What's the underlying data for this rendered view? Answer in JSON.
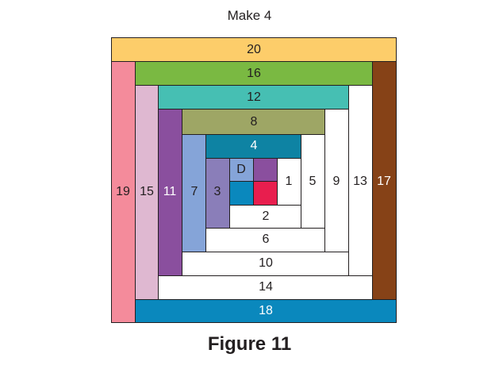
{
  "top_caption": "Make 4",
  "figure_caption": "Figure 11",
  "blocks": [
    {
      "id": "b20",
      "label": "20",
      "color": "#fdcd6a",
      "text_color": "#231f20"
    },
    {
      "id": "b19",
      "label": "19",
      "color": "#f48b9b",
      "text_color": "#231f20"
    },
    {
      "id": "b18",
      "label": "18",
      "color": "#0a88bd",
      "text_color": "#ffffff"
    },
    {
      "id": "b17",
      "label": "17",
      "color": "#864217",
      "text_color": "#ffffff"
    },
    {
      "id": "b16",
      "label": "16",
      "color": "#7ab942",
      "text_color": "#231f20"
    },
    {
      "id": "b15",
      "label": "15",
      "color": "#dfb8d1",
      "text_color": "#231f20"
    },
    {
      "id": "b14",
      "label": "14",
      "color": "#ffffff",
      "text_color": "#231f20"
    },
    {
      "id": "b13",
      "label": "13",
      "color": "#ffffff",
      "text_color": "#231f20"
    },
    {
      "id": "b12",
      "label": "12",
      "color": "#46bfb3",
      "text_color": "#231f20"
    },
    {
      "id": "b11",
      "label": "11",
      "color": "#8a4f9e",
      "text_color": "#ffffff"
    },
    {
      "id": "b10",
      "label": "10",
      "color": "#ffffff",
      "text_color": "#231f20"
    },
    {
      "id": "b9",
      "label": "9",
      "color": "#ffffff",
      "text_color": "#231f20"
    },
    {
      "id": "b8",
      "label": "8",
      "color": "#9ea665",
      "text_color": "#231f20"
    },
    {
      "id": "b7",
      "label": "7",
      "color": "#85a4d8",
      "text_color": "#231f20"
    },
    {
      "id": "b6",
      "label": "6",
      "color": "#ffffff",
      "text_color": "#231f20"
    },
    {
      "id": "b5",
      "label": "5",
      "color": "#ffffff",
      "text_color": "#231f20"
    },
    {
      "id": "b4",
      "label": "4",
      "color": "#0e83a3",
      "text_color": "#ffffff"
    },
    {
      "id": "b3",
      "label": "3",
      "color": "#8a7eb9",
      "text_color": "#231f20"
    },
    {
      "id": "b2",
      "label": "2",
      "color": "#ffffff",
      "text_color": "#231f20"
    },
    {
      "id": "b1",
      "label": "1",
      "color": "#ffffff",
      "text_color": "#231f20"
    },
    {
      "id": "d_tl",
      "label": "D",
      "color": "#85a4d8",
      "text_color": "#231f20"
    },
    {
      "id": "d_tr",
      "label": "",
      "color": "#8a4f9e",
      "text_color": "#231f20"
    },
    {
      "id": "d_bl",
      "label": "",
      "color": "#0a88bd",
      "text_color": "#231f20"
    },
    {
      "id": "d_br",
      "label": "",
      "color": "#e81e4e",
      "text_color": "#231f20"
    }
  ]
}
